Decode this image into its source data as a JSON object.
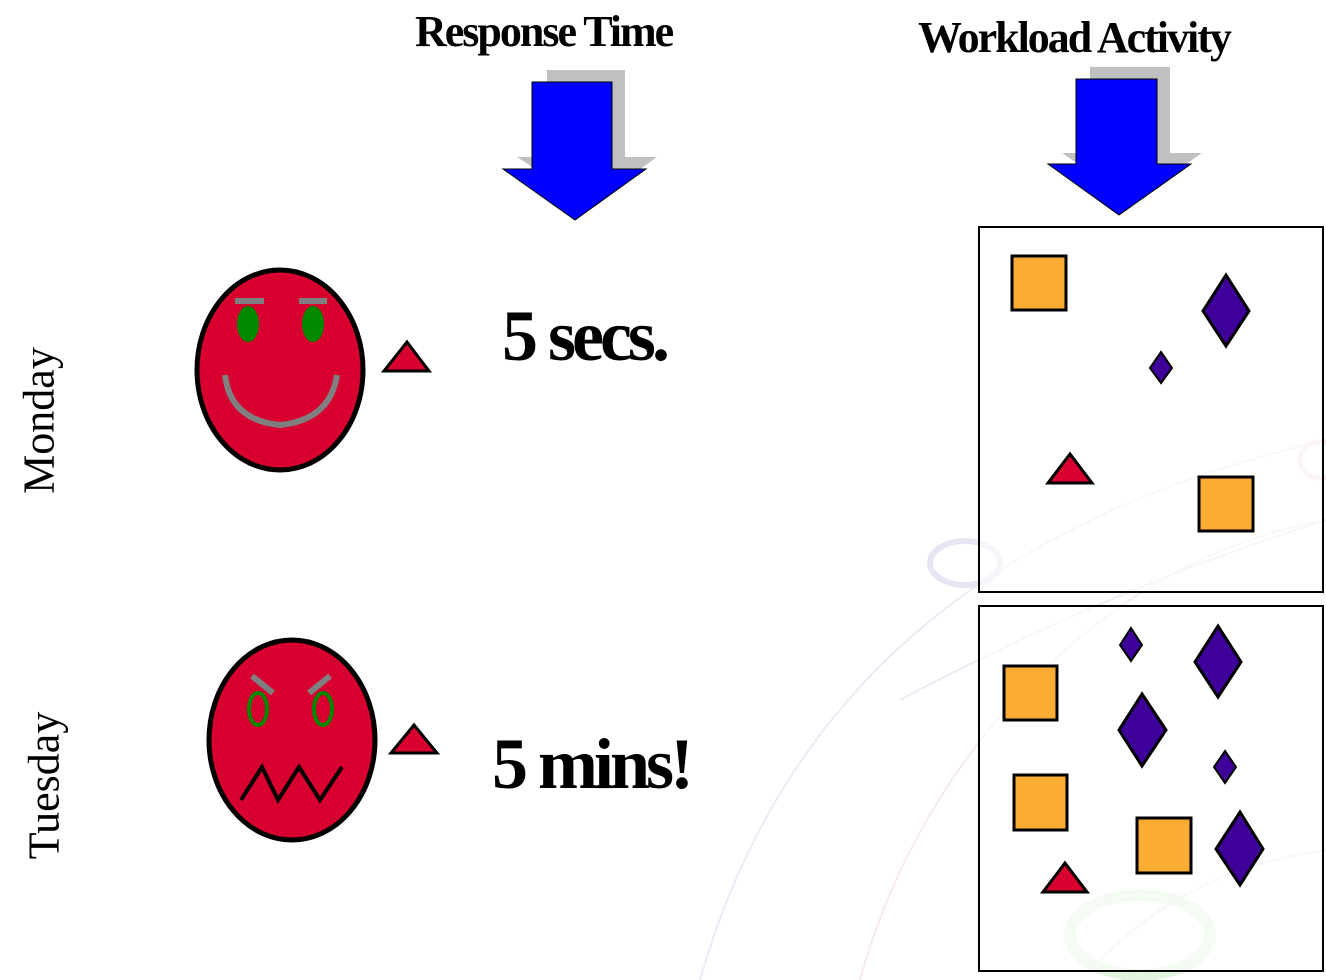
{
  "headers": {
    "response_time": "Response Time",
    "workload_activity": "Workload Activity"
  },
  "days": {
    "monday": "Monday",
    "tuesday": "Tuesday"
  },
  "response": {
    "monday": "5 secs.",
    "tuesday": "5 mins!"
  },
  "colors": {
    "arrow": "#0000ff",
    "arrow_shadow": "#c0c0c0",
    "face": "#d8002f",
    "square": "#fbad33",
    "diamond": "#3f0099",
    "triangle": "#d8002f",
    "eye_happy": "#008800",
    "brow": "#7f7f7f"
  },
  "icons": [
    "down-arrow-icon",
    "happy-face-icon",
    "angry-face-icon",
    "triangle-icon",
    "square-icon",
    "diamond-icon"
  ]
}
